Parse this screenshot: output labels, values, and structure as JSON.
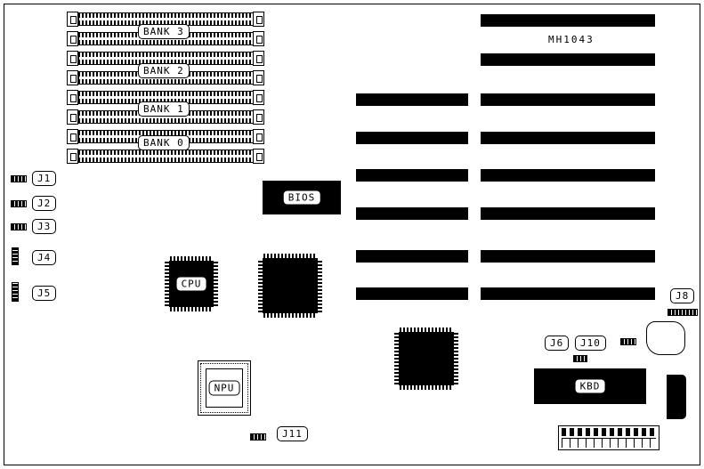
{
  "colors": {
    "ink": "#000000",
    "paper": "#ffffff"
  },
  "board": {
    "part_number": "MH1043",
    "banks": [
      {
        "label": "BANK 3"
      },
      {
        "label": "BANK 2"
      },
      {
        "label": "BANK 1"
      },
      {
        "label": "BANK 0"
      }
    ],
    "jumpers": [
      {
        "label": "J1"
      },
      {
        "label": "J2"
      },
      {
        "label": "J3"
      },
      {
        "label": "J4"
      },
      {
        "label": "J5"
      }
    ],
    "chips": {
      "bios_label": "BIOS",
      "cpu_label": "CPU",
      "npu_label": "NPU",
      "kbd_label": "KBD"
    },
    "connectors": {
      "j6_label": "J6",
      "j8_label": "J8",
      "j10_label": "J10",
      "j11_label": "J11"
    }
  }
}
